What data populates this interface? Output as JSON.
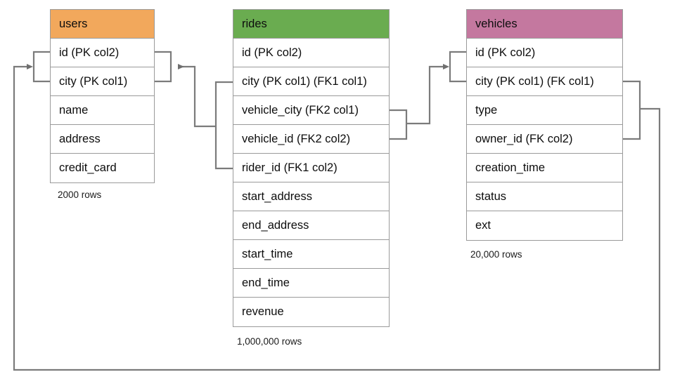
{
  "diagram": {
    "title": "Database schema entity relationship diagram",
    "background_color": "#ffffff",
    "line_color": "#7b7b7b",
    "border_color": "#9a9a9a"
  },
  "tables": {
    "users": {
      "name": "users",
      "header_color": "#F2A85C",
      "row_count": "2000 rows",
      "columns": [
        {
          "label": "id (PK col2)"
        },
        {
          "label": "city (PK col1)"
        },
        {
          "label": "name"
        },
        {
          "label": "address"
        },
        {
          "label": "credit_card"
        }
      ]
    },
    "rides": {
      "name": "rides",
      "header_color": "#6AAC50",
      "row_count": "1,000,000 rows",
      "columns": [
        {
          "label": "id (PK col2)"
        },
        {
          "label": "city (PK col1) (FK1 col1)"
        },
        {
          "label": "vehicle_city (FK2 col1)"
        },
        {
          "label": "vehicle_id (FK2 col2)"
        },
        {
          "label": "rider_id (FK1 col2)"
        },
        {
          "label": "start_address"
        },
        {
          "label": "end_address"
        },
        {
          "label": "start_time"
        },
        {
          "label": "end_time"
        },
        {
          "label": "revenue"
        }
      ]
    },
    "vehicles": {
      "name": "vehicles",
      "header_color": "#C4789F",
      "row_count": "20,000 rows",
      "columns": [
        {
          "label": "id (PK col2)"
        },
        {
          "label": "city (PK col1) (FK col1)"
        },
        {
          "label": "type"
        },
        {
          "label": "owner_id (FK col2)"
        },
        {
          "label": "creation_time"
        },
        {
          "label": "status"
        },
        {
          "label": "ext"
        }
      ]
    }
  },
  "relationships": [
    {
      "name": "rides-fk1-to-users",
      "from_table": "rides",
      "from_columns": [
        "city (PK col1) (FK1 col1)",
        "rider_id (FK1 col2)"
      ],
      "to_table": "users",
      "to_columns": [
        "id (PK col2)",
        "city (PK col1)"
      ],
      "arrow_direction": "left"
    },
    {
      "name": "rides-fk2-to-vehicles",
      "from_table": "rides",
      "from_columns": [
        "vehicle_city (FK2 col1)",
        "vehicle_id (FK2 col2)"
      ],
      "to_table": "vehicles",
      "to_columns": [
        "id (PK col2)",
        "city (PK col1) (FK col1)"
      ],
      "arrow_direction": "right"
    },
    {
      "name": "vehicles-fk-to-users",
      "from_table": "vehicles",
      "from_columns": [
        "city (PK col1) (FK col1)",
        "owner_id (FK col2)"
      ],
      "to_table": "users",
      "to_columns": [
        "id (PK col2)",
        "city (PK col1)"
      ],
      "arrow_direction": "right"
    }
  ]
}
